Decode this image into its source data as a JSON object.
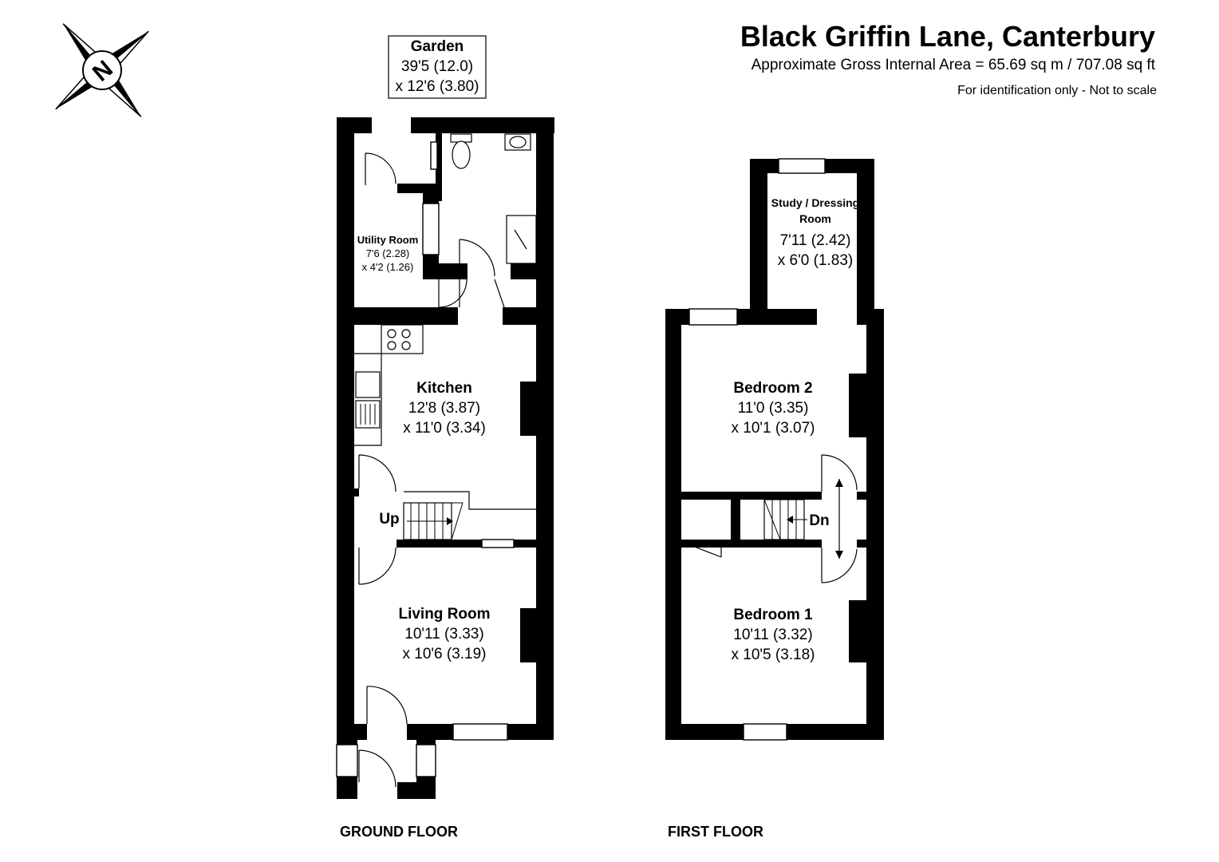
{
  "header": {
    "title": "Black Griffin Lane, Canterbury",
    "area": "Approximate Gross Internal Area = 65.69 sq m / 707.08 sq ft",
    "note": "For identification only - Not to scale"
  },
  "compass": {
    "letter": "N"
  },
  "garden": {
    "name": "Garden",
    "dim1": "39'5 (12.0)",
    "dim2": "x 12'6 (3.80)"
  },
  "ground_floor": {
    "label": "GROUND FLOOR",
    "utility": {
      "name": "Utility Room",
      "dim1": "7'6 (2.28)",
      "dim2": "x 4'2 (1.26)"
    },
    "kitchen": {
      "name": "Kitchen",
      "dim1": "12'8 (3.87)",
      "dim2": "x 11'0 (3.34)"
    },
    "living": {
      "name": "Living Room",
      "dim1": "10'11 (3.33)",
      "dim2": "x 10'6 (3.19)"
    },
    "stairs": "Up"
  },
  "first_floor": {
    "label": "FIRST FLOOR",
    "study": {
      "name1": "Study / Dressing",
      "name2": "Room",
      "dim1": "7'11 (2.42)",
      "dim2": "x 6'0 (1.83)"
    },
    "bedroom2": {
      "name": "Bedroom 2",
      "dim1": "11'0 (3.35)",
      "dim2": "x 10'1 (3.07)"
    },
    "bedroom1": {
      "name": "Bedroom 1",
      "dim1": "10'11 (3.32)",
      "dim2": "x 10'5 (3.18)"
    },
    "stairs": "Dn"
  }
}
